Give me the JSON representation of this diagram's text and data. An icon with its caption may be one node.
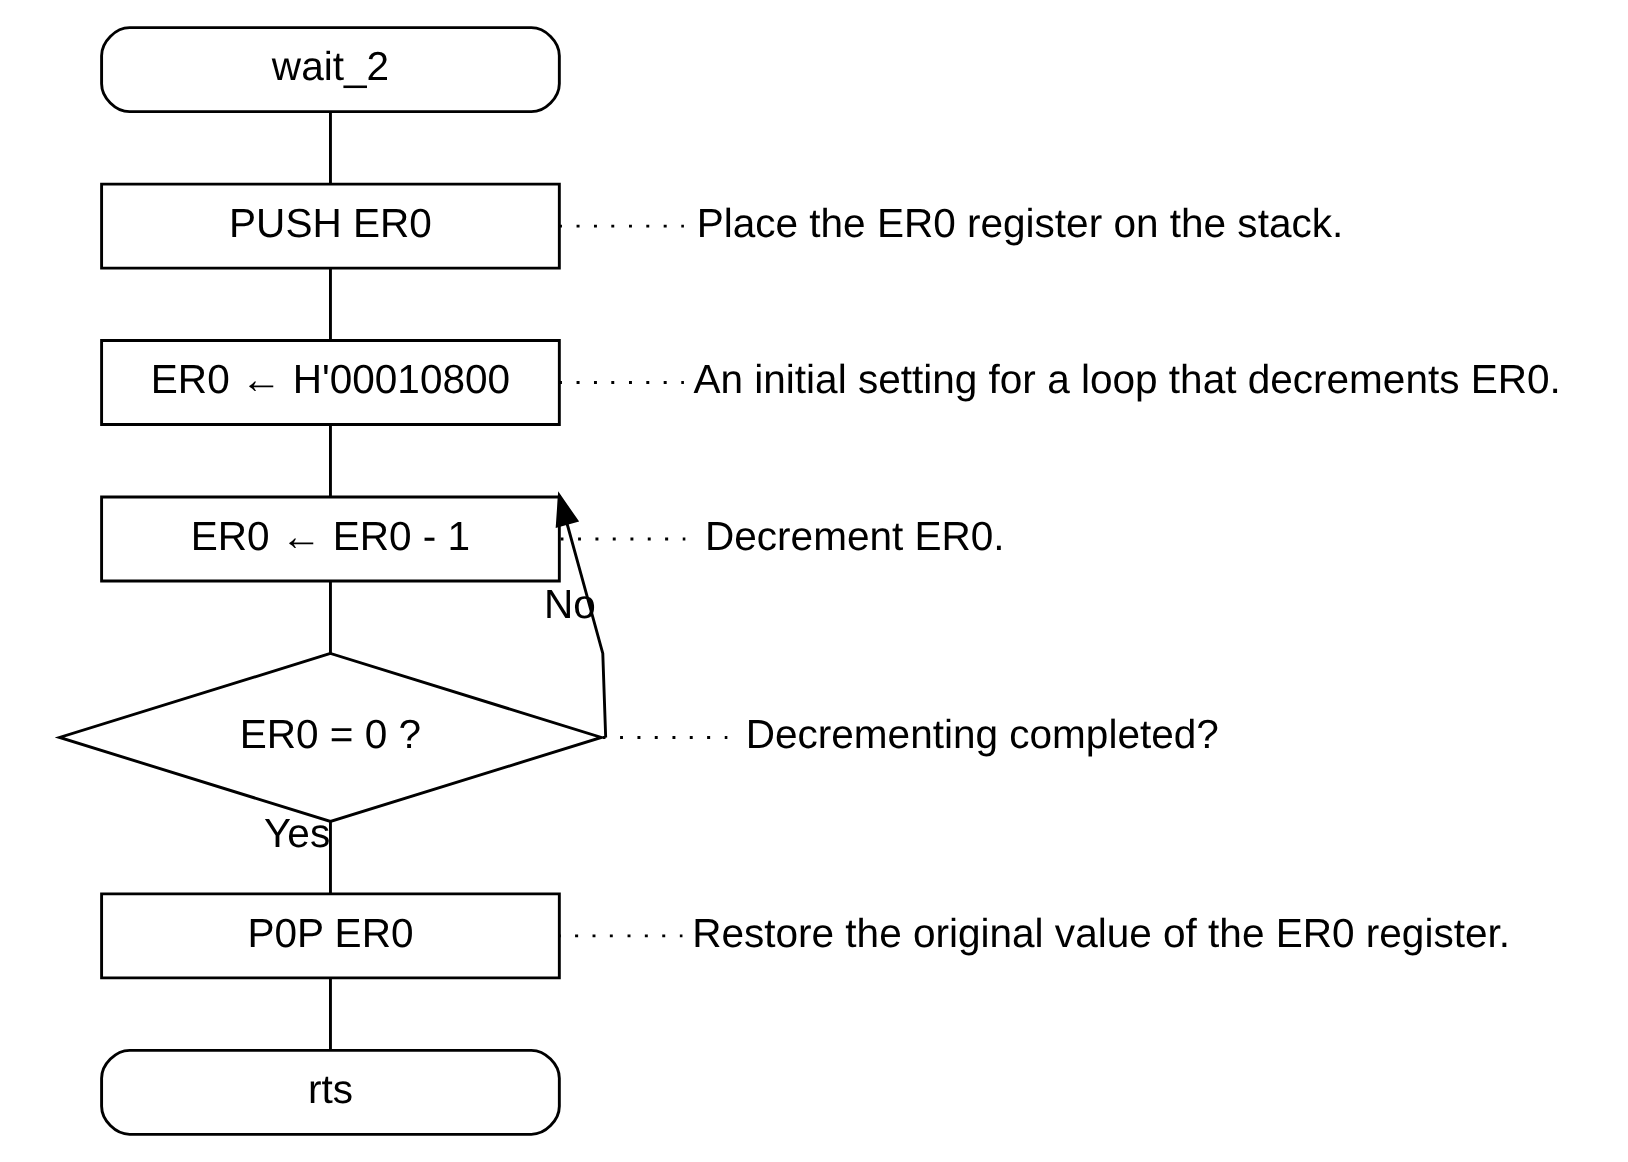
{
  "diagram": {
    "nodes": [
      {
        "text": [
          "wait_2"
        ]
      },
      {
        "text": [
          "PUSH ER0"
        ]
      },
      {
        "text": [
          "ER0 ← H'00010800"
        ]
      },
      {
        "text": [
          "ER0 ← ER0 - 1"
        ]
      },
      {
        "text": [
          "ER0 = 0 ?"
        ]
      },
      {
        "text": [
          "P0P ER0"
        ]
      },
      {
        "text": [
          "rts"
        ]
      },
      {
        "text": [
          "Place the ER0 register on the stack."
        ]
      },
      {
        "text": [
          "An initial setting for a loop that decrements ER0."
        ]
      },
      {
        "text": [
          "Decrement ER0."
        ]
      },
      {
        "text": [
          "Decrementing completed?"
        ]
      },
      {
        "text": [
          "Restore the original value of the ER0 register."
        ]
      }
    ],
    "edges": [
      {
        "from": 0,
        "to": 1,
        "arrow": "none"
      },
      {
        "from": 1,
        "to": 2,
        "arrow": "none"
      },
      {
        "from": 2,
        "to": 3,
        "arrow": "none"
      },
      {
        "from": 3,
        "to": 4,
        "arrow": "none"
      },
      {
        "from": 4,
        "to": 3,
        "arrow": "to",
        "label": "No"
      },
      {
        "from": 4,
        "to": 5,
        "arrow": "none",
        "label": "Yes"
      },
      {
        "from": 5,
        "to": 6,
        "arrow": "none"
      },
      {
        "from": 7,
        "to": 1,
        "arrow": "none",
        "style": "dashed"
      },
      {
        "from": 8,
        "to": 2,
        "arrow": "none",
        "style": "dashed"
      },
      {
        "from": 9,
        "to": 3,
        "arrow": "none",
        "style": "dashed"
      },
      {
        "from": 10,
        "to": 4,
        "arrow": "none",
        "style": "dashed"
      },
      {
        "from": 11,
        "to": 5,
        "arrow": "none",
        "style": "dashed"
      }
    ]
  }
}
